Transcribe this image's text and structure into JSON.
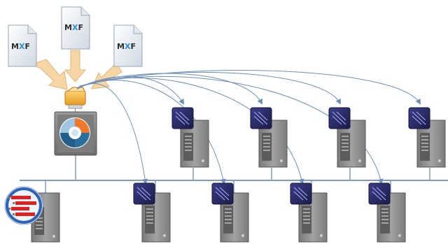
{
  "diagram": {
    "file_icons": [
      {
        "id": "mxf-file-left",
        "label": "MXF"
      },
      {
        "id": "mxf-file-center",
        "label": "MXF"
      },
      {
        "id": "mxf-file-right",
        "label": "MXF"
      }
    ],
    "upper_servers": 4,
    "lower_servers": 4,
    "colors": {
      "network_line": "#7f9cc0",
      "arrow_fill": "#f7d6a6",
      "arrow_stroke": "#e4b57c",
      "server_body": "#8f8f8f",
      "server_dark": "#5c5c5c",
      "badge_fill": "#2d2f6e",
      "mxf_dark": "#2c2c2c",
      "mxf_blue": "#2a8fd0"
    }
  }
}
